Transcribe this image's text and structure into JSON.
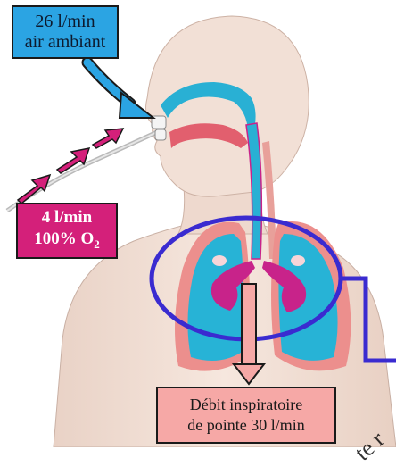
{
  "labels": {
    "air_line1": "26 l/min",
    "air_line2": "air ambiant",
    "oxy_line1": "4 l/min",
    "oxy_line2_prefix": "100% O",
    "oxy_line2_sub": "2",
    "debit_line1": "Débit inspiratoire",
    "debit_line2": "de pointe 30 l/min"
  },
  "watermark": {
    "text": "te r"
  },
  "colors": {
    "air_arrow": "#2ba4e3",
    "oxygen_arrow": "#d4207a",
    "lung_blue": "#27b3d6",
    "lung_magenta": "#c8238a",
    "ring": "#3a2bd0",
    "skin": "#f3dfd4",
    "debit_box": "#f6a8a6"
  },
  "icons": [
    "air-flow-arrow",
    "oxygen-flow-arrow",
    "inspiratory-flow-arrow"
  ]
}
